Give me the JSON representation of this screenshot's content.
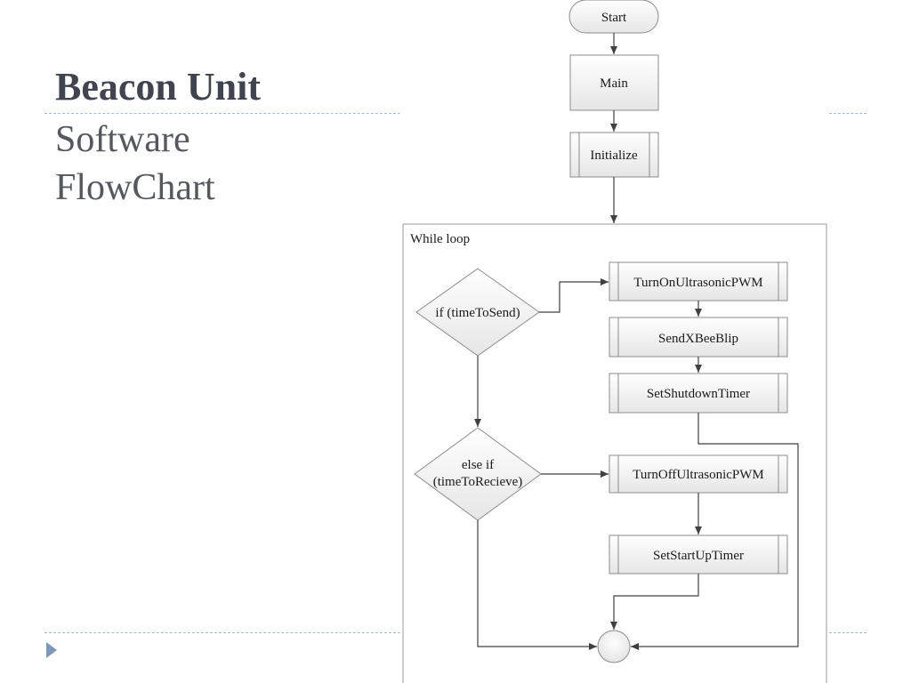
{
  "slide": {
    "title_bold": "Beacon Unit",
    "subtitle_line1": "Software",
    "subtitle_line2": "FlowChart"
  },
  "flowchart": {
    "start": "Start",
    "main": "Main",
    "initialize": "Initialize",
    "loop_label": "While loop",
    "decision_send": "if (timeToSend)",
    "decision_receive_line1": "else if",
    "decision_receive_line2": "(timeToRecieve)",
    "turn_on_pwm": "TurnOnUltrasonicPWM",
    "send_xbee_blip": "SendXBeeBlip",
    "set_shutdown_timer": "SetShutdownTimer",
    "turn_off_pwm": "TurnOffUltrasonicPWM",
    "set_startup_timer": "SetStartUpTimer"
  },
  "colors": {
    "title": "#404450",
    "subtitle": "#55585f",
    "divider": "#a9b7c7",
    "bullet": "#7f97b8",
    "shape_stroke": "#8c8c8c",
    "shape_fill_top": "#ffffff",
    "shape_fill_bottom": "#e6e6e6",
    "connector": "#404040"
  }
}
